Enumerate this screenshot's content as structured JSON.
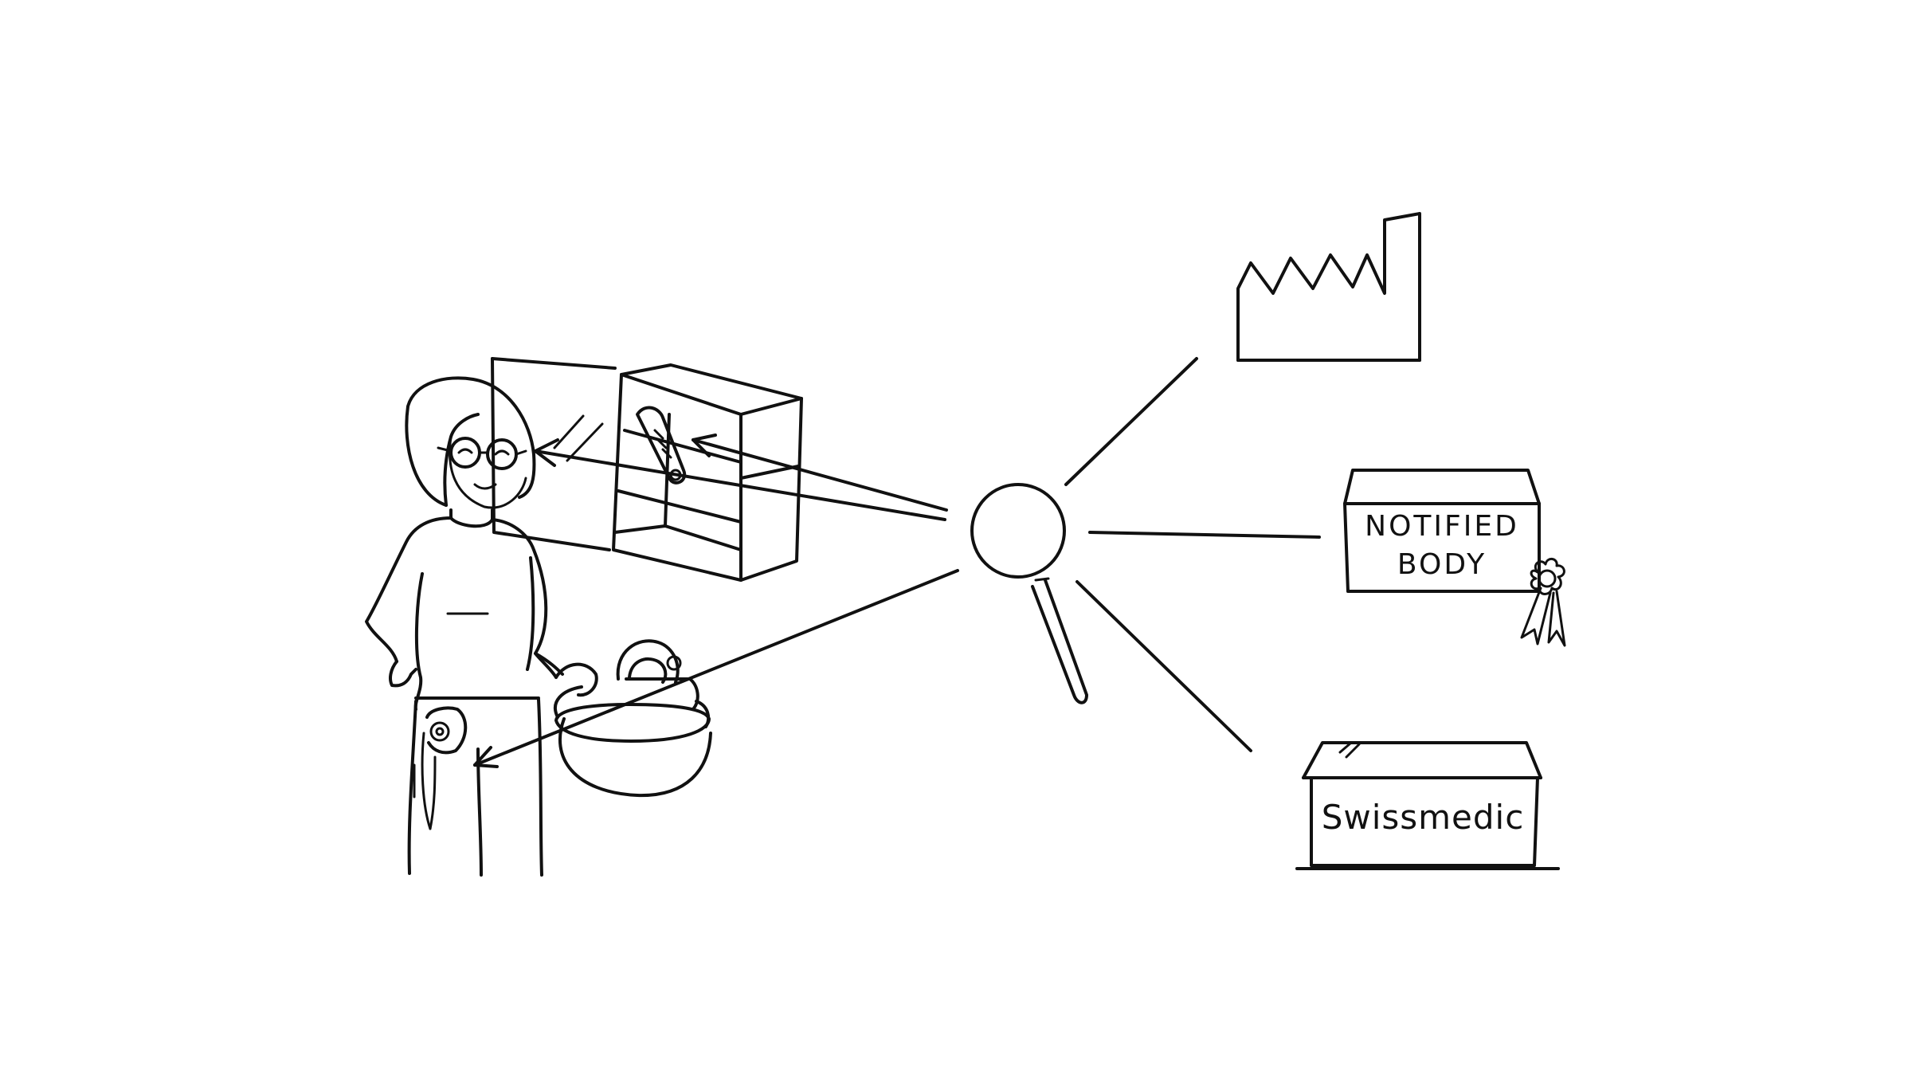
{
  "diagram": {
    "notified_body": {
      "line1": "NOTIFIED",
      "line2": "BODY"
    },
    "swissmedic": {
      "label": "Swissmedic"
    }
  }
}
